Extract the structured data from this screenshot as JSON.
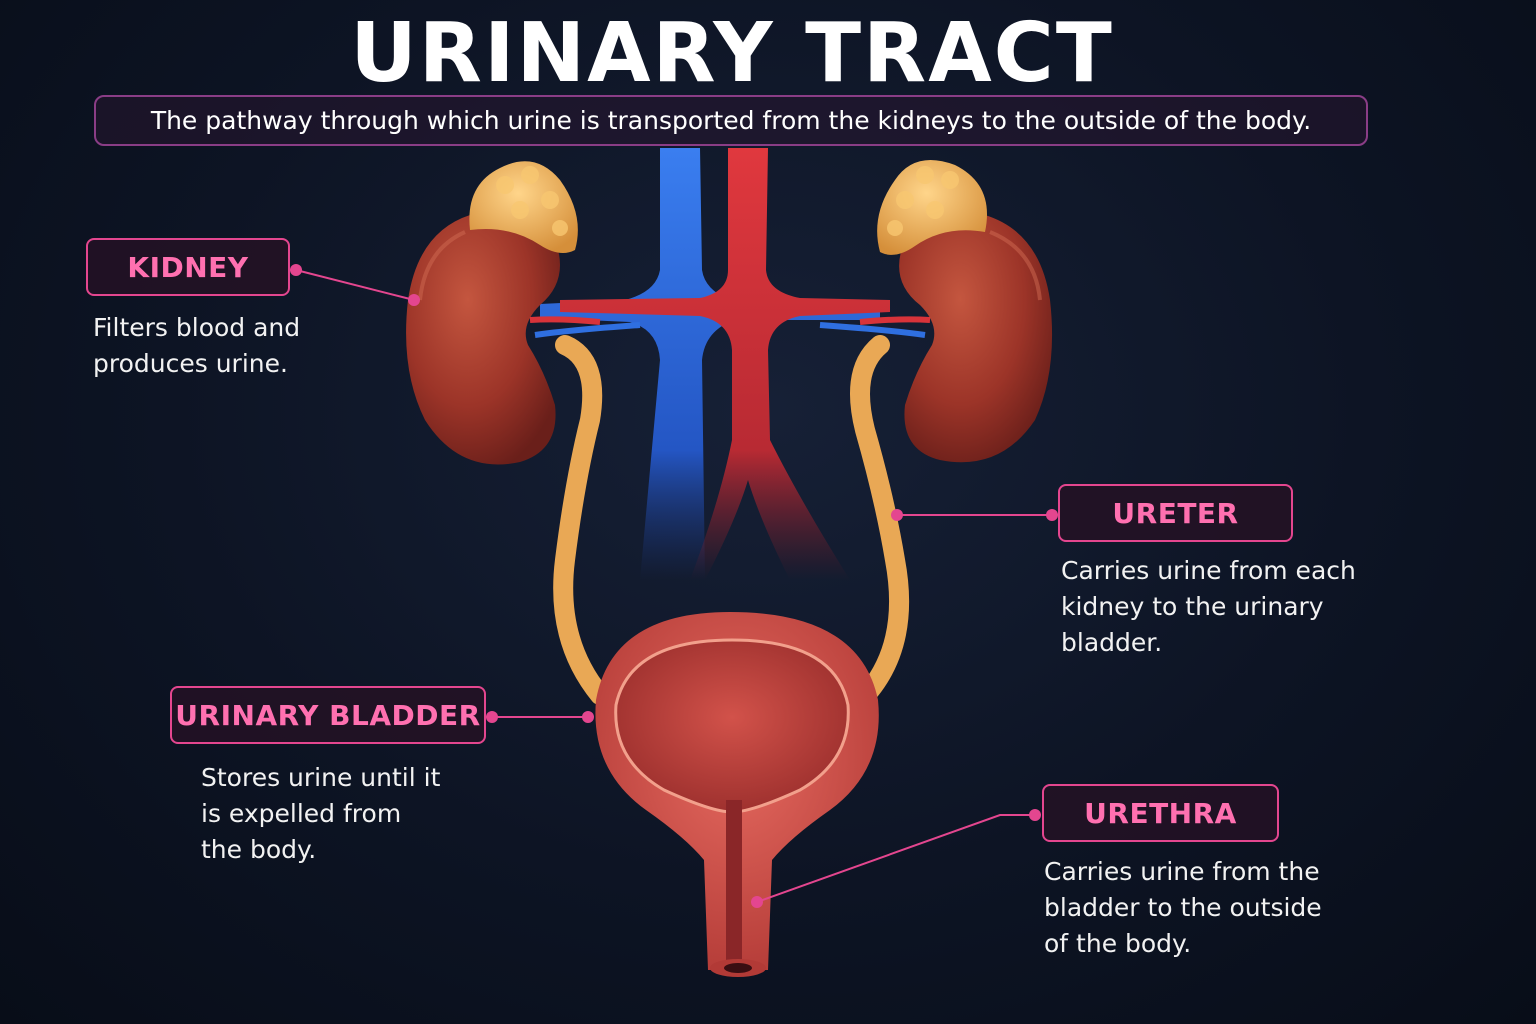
{
  "header": {
    "title": "URINARY TRACT",
    "subtitle": "The pathway through which urine is transported from the kidneys to the outside of the body."
  },
  "labels": {
    "kidney": {
      "name": "KIDNEY",
      "description": "Filters blood and\nproduces urine."
    },
    "ureter": {
      "name": "URETER",
      "description": "Carries urine from each\nkidney to the urinary\nbladder."
    },
    "bladder": {
      "name": "URINARY BLADDER",
      "description": "Stores urine until it\nis expelled from\nthe body."
    },
    "urethra": {
      "name": "URETHRA",
      "description": "Carries urine from the\nbladder to the outside\nof the body."
    }
  },
  "colors": {
    "accent": "#e4468f",
    "label_text": "#ff70b0",
    "kidney": "#a33a2e",
    "adrenal": "#f0b45c",
    "ureter": "#e9a855",
    "vein": "#2f6fe0",
    "artery": "#d8333a",
    "bladder": "#d9574f"
  },
  "icons": [
    "kidney-illustration",
    "adrenal-gland-illustration",
    "bladder-illustration",
    "urethra-illustration",
    "vena-cava-illustration",
    "aorta-illustration"
  ]
}
